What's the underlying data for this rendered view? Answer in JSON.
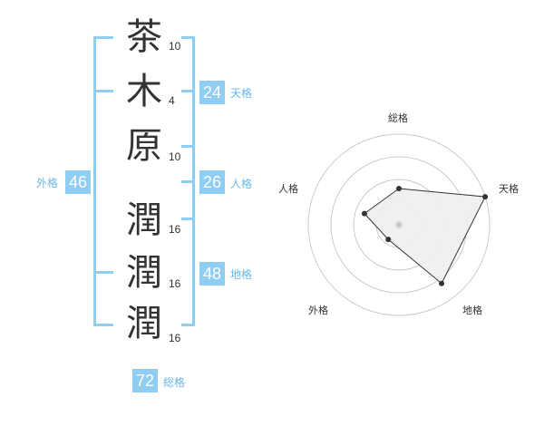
{
  "characters": [
    {
      "kanji": "茶",
      "strokes": "10"
    },
    {
      "kanji": "木",
      "strokes": "4"
    },
    {
      "kanji": "原",
      "strokes": "10"
    },
    {
      "kanji": "潤",
      "strokes": "16"
    },
    {
      "kanji": "潤",
      "strokes": "16"
    },
    {
      "kanji": "潤",
      "strokes": "16"
    }
  ],
  "fortunes": {
    "tenkaku": {
      "label": "天格",
      "value": "24"
    },
    "jinkaku": {
      "label": "人格",
      "value": "26"
    },
    "chikaku": {
      "label": "地格",
      "value": "48"
    },
    "gaikaku": {
      "label": "外格",
      "value": "46"
    },
    "soukaku": {
      "label": "総格",
      "value": "72"
    }
  },
  "radar": {
    "axes": [
      "総格",
      "天格",
      "地格",
      "外格",
      "人格"
    ],
    "levels": 4,
    "max": 5,
    "values": [
      2,
      5,
      4,
      1,
      2
    ]
  },
  "colors": {
    "accent": "#8fcdf3",
    "label": "#69b7e6",
    "text": "#333333"
  }
}
